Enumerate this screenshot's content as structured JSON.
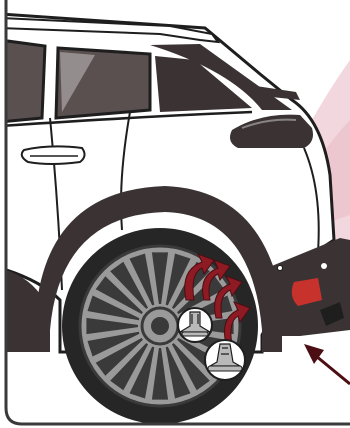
{
  "illustration": {
    "subject": "rear-quarter-of-suv-with-wheel-arch-trim-clips",
    "colors": {
      "frame": "#3a3a3a",
      "body": "#ffffff",
      "outline": "#1e1e1e",
      "trim": "#3b3333",
      "window": "#5b5050",
      "window_light": "#ffffff",
      "tire": "#262626",
      "rim": "#9a9a9a",
      "rim_dark": "#3a3a3a",
      "arrow": "#8e1a24",
      "arrow_outline": "#4a0e13",
      "light_beam": "#e8b7c2",
      "reflector": "#c8322d",
      "clip": "#b9b9b9",
      "clip_badge": "#ffffff"
    },
    "callouts": [
      {
        "icon": "push-pin-clip-icon",
        "label": ""
      },
      {
        "icon": "expansion-rivet-clip-icon",
        "label": ""
      }
    ],
    "indicators": [
      {
        "icon": "curved-removal-arrow-icon",
        "count": 4
      },
      {
        "icon": "pointer-arrow-icon",
        "count": 1
      }
    ]
  }
}
